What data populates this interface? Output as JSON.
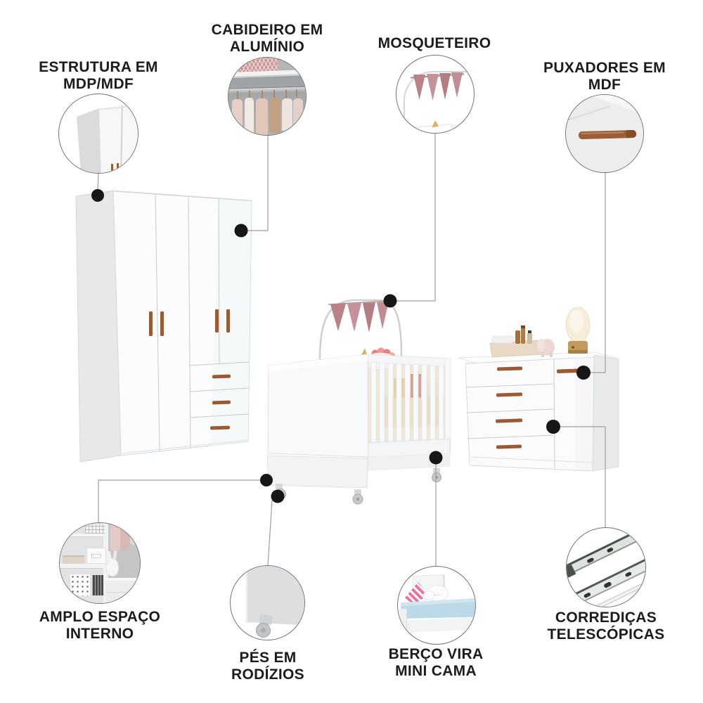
{
  "figure": {
    "background": "#ffffff",
    "connector_color": "#9b9ea1",
    "dot_color": "#171717",
    "wood_color": "#9a5b34",
    "flag_color": "#bb858b",
    "furniture_white": "#fafbfc",
    "panel_gray": "#e7e9eb"
  },
  "callouts": [
    {
      "id": "estrutura",
      "label_line1": "ESTRUTURA EM",
      "label_line2": "MDP/MDF",
      "photo": "wardrobe-top-corner-photo"
    },
    {
      "id": "cabideiro",
      "label_line1": "CABIDEIRO EM",
      "label_line2": "ALUMÍNIO",
      "photo": "closet-rod-hangers-photo"
    },
    {
      "id": "mosqueteiro",
      "label_line1": "MOSQUETEIRO",
      "label_line2": "",
      "photo": "pennant-banner-photo"
    },
    {
      "id": "puxadores",
      "label_line1": "PUXADORES EM",
      "label_line2": "MDF",
      "photo": "wooden-handle-photo"
    },
    {
      "id": "amplo",
      "label_line1": "AMPLO ESPAÇO",
      "label_line2": "INTERNO",
      "photo": "closet-interior-photo"
    },
    {
      "id": "pes",
      "label_line1": "PÉS EM",
      "label_line2": "RODÍZIOS",
      "photo": "caster-wheel-photo"
    },
    {
      "id": "berco",
      "label_line1": "BERÇO VIRA",
      "label_line2": "MINI CAMA",
      "photo": "mini-bed-photo"
    },
    {
      "id": "corredicas",
      "label_line1": "CORREDIÇAS",
      "label_line2": "TELESCÓPICAS",
      "photo": "telescopic-slides-photo"
    }
  ]
}
